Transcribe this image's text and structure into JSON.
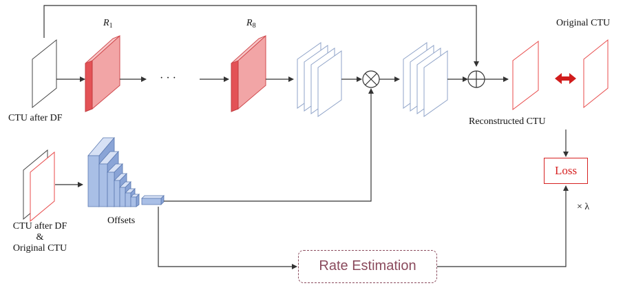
{
  "labels": {
    "ctu_after_df": "CTU after DF",
    "ctu_after_df_2": "CTU after DF",
    "ampersand": "&",
    "original_ctu_bottom": "Original CTU",
    "offsets": "Offsets",
    "reconstructed_ctu": "Reconstructed CTU",
    "original_ctu_top": "Original CTU",
    "dots": "· · ·",
    "r1_base": "R",
    "r1_sub": "1",
    "r8_base": "R",
    "r8_sub": "8",
    "lambda": "× λ"
  },
  "boxes": {
    "loss": "Loss",
    "rate_estimation": "Rate Estimation"
  },
  "colors": {
    "red_block": "#e8585a",
    "red_outline": "#e84a4a",
    "blue_outline": "#8fa3c8",
    "blue_block": "#8aa4d6",
    "loss": "#d62020",
    "rate": "#8a4a5c",
    "arrow": "#333333"
  },
  "icons": {
    "multiply": "circled-times-icon",
    "add": "circled-plus-icon",
    "compare": "double-arrow-icon"
  }
}
